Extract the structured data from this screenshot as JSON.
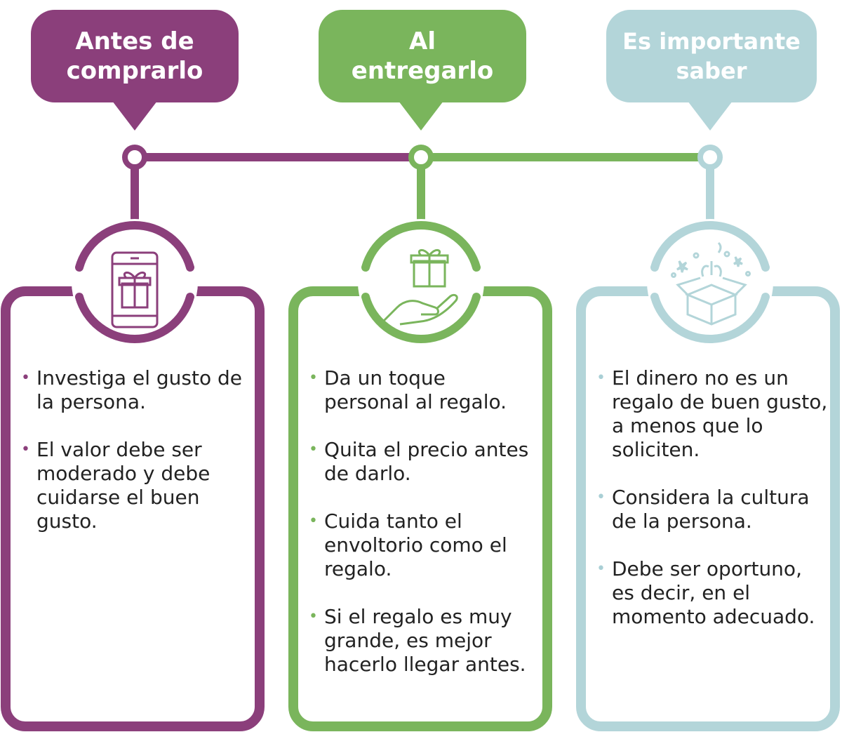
{
  "colors": {
    "purple": "#8b3f7b",
    "green": "#7ab55c",
    "lightblue": "#b3d5d9"
  },
  "columns": [
    {
      "title": "Antes de\ncomprarlo",
      "icon": "smartphone-gift-icon",
      "color": "#8b3f7b",
      "items": [
        "Investiga el gusto de la persona.",
        "El valor debe ser moderado y debe cuidarse el buen gusto."
      ]
    },
    {
      "title": "Al\nentregarlo",
      "icon": "hand-gift-icon",
      "color": "#7ab55c",
      "items": [
        "Da un toque personal al regalo.",
        "Quita el precio antes de darlo.",
        "Cuida tanto el envoltorio como el regalo.",
        "Si el regalo es muy grande, es mejor hacerlo llegar antes."
      ]
    },
    {
      "title": "Es importante\nsaber",
      "icon": "open-gift-box-icon",
      "color": "#b3d5d9",
      "items": [
        "El dinero no es un regalo de buen gusto, a menos que lo soliciten.",
        "Considera la cultura de la persona.",
        "Debe ser oportuno, es decir, en el momento adecuado."
      ]
    }
  ]
}
